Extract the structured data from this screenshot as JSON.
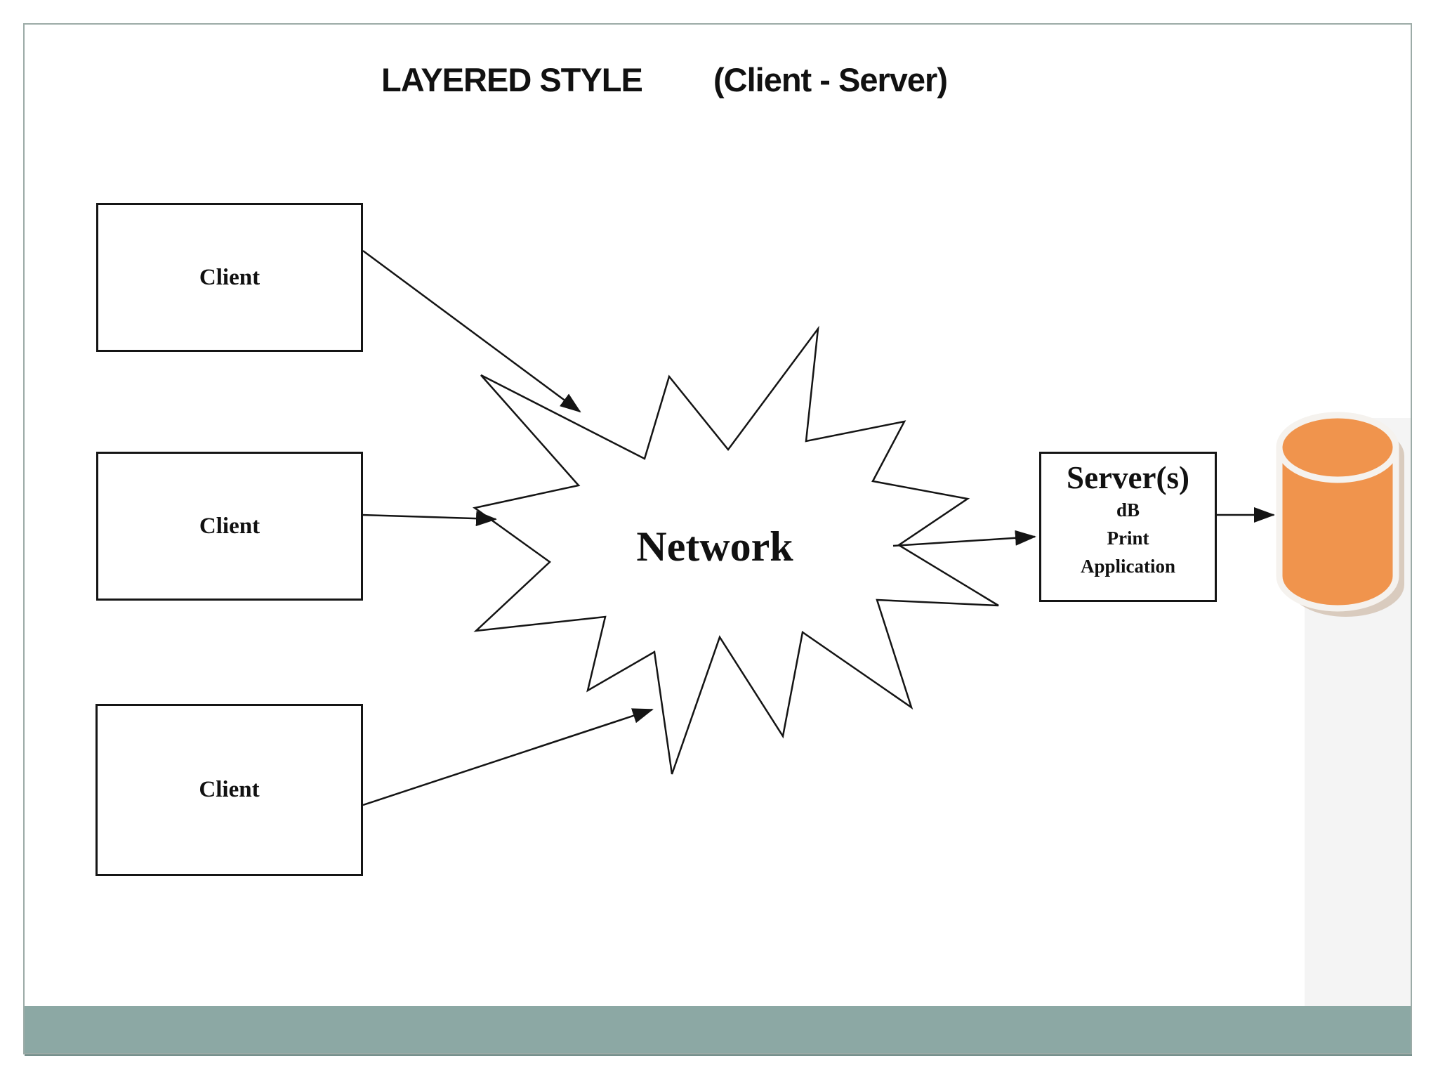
{
  "title": {
    "main": "LAYERED STYLE",
    "sub": "(Client - Server)"
  },
  "clients": [
    {
      "label": "Client"
    },
    {
      "label": "Client"
    },
    {
      "label": "Client"
    }
  ],
  "network": {
    "label": "Network"
  },
  "server": {
    "title": "Server(s)",
    "items": [
      "dB",
      "Print",
      "Application"
    ]
  },
  "database": {
    "icon": "database-cylinder"
  },
  "colors": {
    "database_orange": "#F0944D",
    "database_outline": "#F5F2EE",
    "database_shadow": "#D9CBBE",
    "bottom_bar": "#8CA8A4",
    "page_border": "#9CABA7",
    "line": "#141414"
  }
}
